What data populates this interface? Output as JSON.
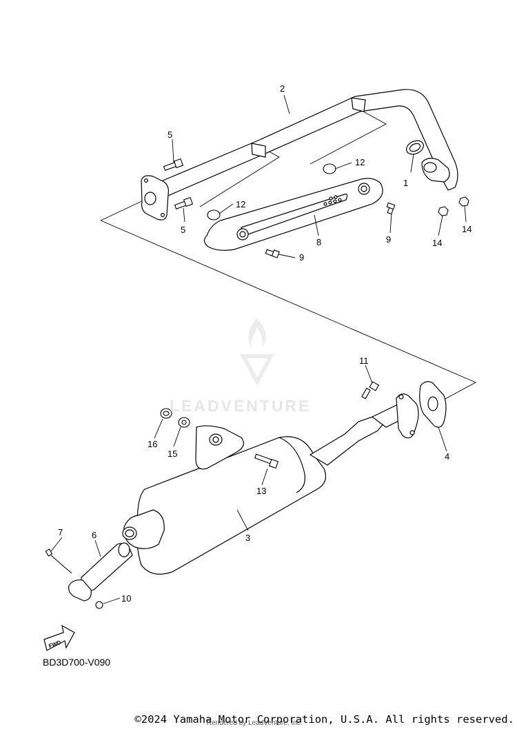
{
  "watermark": {
    "text": "LEADVENTURE"
  },
  "callouts": {
    "c1": "1",
    "c2": "2",
    "c3": "3",
    "c4": "4",
    "c5a": "5",
    "c5b": "5",
    "c6": "6",
    "c7": "7",
    "c8": "8",
    "c9a": "9",
    "c9b": "9",
    "c10": "10",
    "c11": "11",
    "c12a": "12",
    "c12b": "12",
    "c13": "13",
    "c14a": "14",
    "c14b": "14",
    "c15": "15",
    "c16": "16"
  },
  "fwd_badge": {
    "text": "FWD"
  },
  "diagram_code": "BD3D700-V090",
  "footer": {
    "copyright": "©2024 Yamaha Motor Corporation, U.S.A. All rights reserved.",
    "rendered_by": "Rendered by LeadVenture, Inc."
  }
}
